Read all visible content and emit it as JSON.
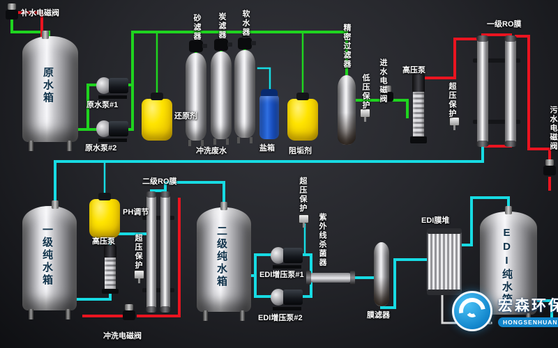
{
  "colors": {
    "green": "#1fd41f",
    "red": "#ea1420",
    "cyan": "#17dbe3",
    "white": "#d8d8d8",
    "background": "#26272c"
  },
  "labels": {
    "makeup_valve": "补水电磁阀",
    "raw_tank": "原水箱",
    "raw_pump1": "原水泵#1",
    "raw_pump2": "原水泵#2",
    "reducer": "还原剂",
    "sand_filter": "砂滤器",
    "carbon_filter": "炭滤器",
    "softener": "软水器",
    "flush_waste": "冲洗废水",
    "salt_tank": "盐箱",
    "antiscalant": "阻垢剂",
    "precision_filter": "精密过滤器",
    "low_pressure": "低压保护",
    "inlet_valve": "进水电磁阀",
    "hp_pump1": "高压泵",
    "overpressure1": "超压保护",
    "ro1": "一级RO膜",
    "drain_valve": "污水电磁阀",
    "ro2": "二级RO膜",
    "ph_adjust": "PH调节",
    "hp_pump2": "高压泵",
    "overpressure2": "超压保护",
    "pure_tank1": "一级纯水箱",
    "pure_tank2": "二级纯水箱",
    "overpressure3": "超压保护",
    "edi_pump1": "EDI增压泵#1",
    "edi_pump2": "EDI增压泵#2",
    "uv": "紫外线杀菌器",
    "membrane_filter": "膜滤器",
    "edi_stack": "EDI膜堆",
    "edi_tank": "EDI纯水箱",
    "flush_valve": "冲洗电磁阀"
  },
  "logo": {
    "cn": "宏森环保",
    "en": "HONGSENHUANBAO"
  }
}
